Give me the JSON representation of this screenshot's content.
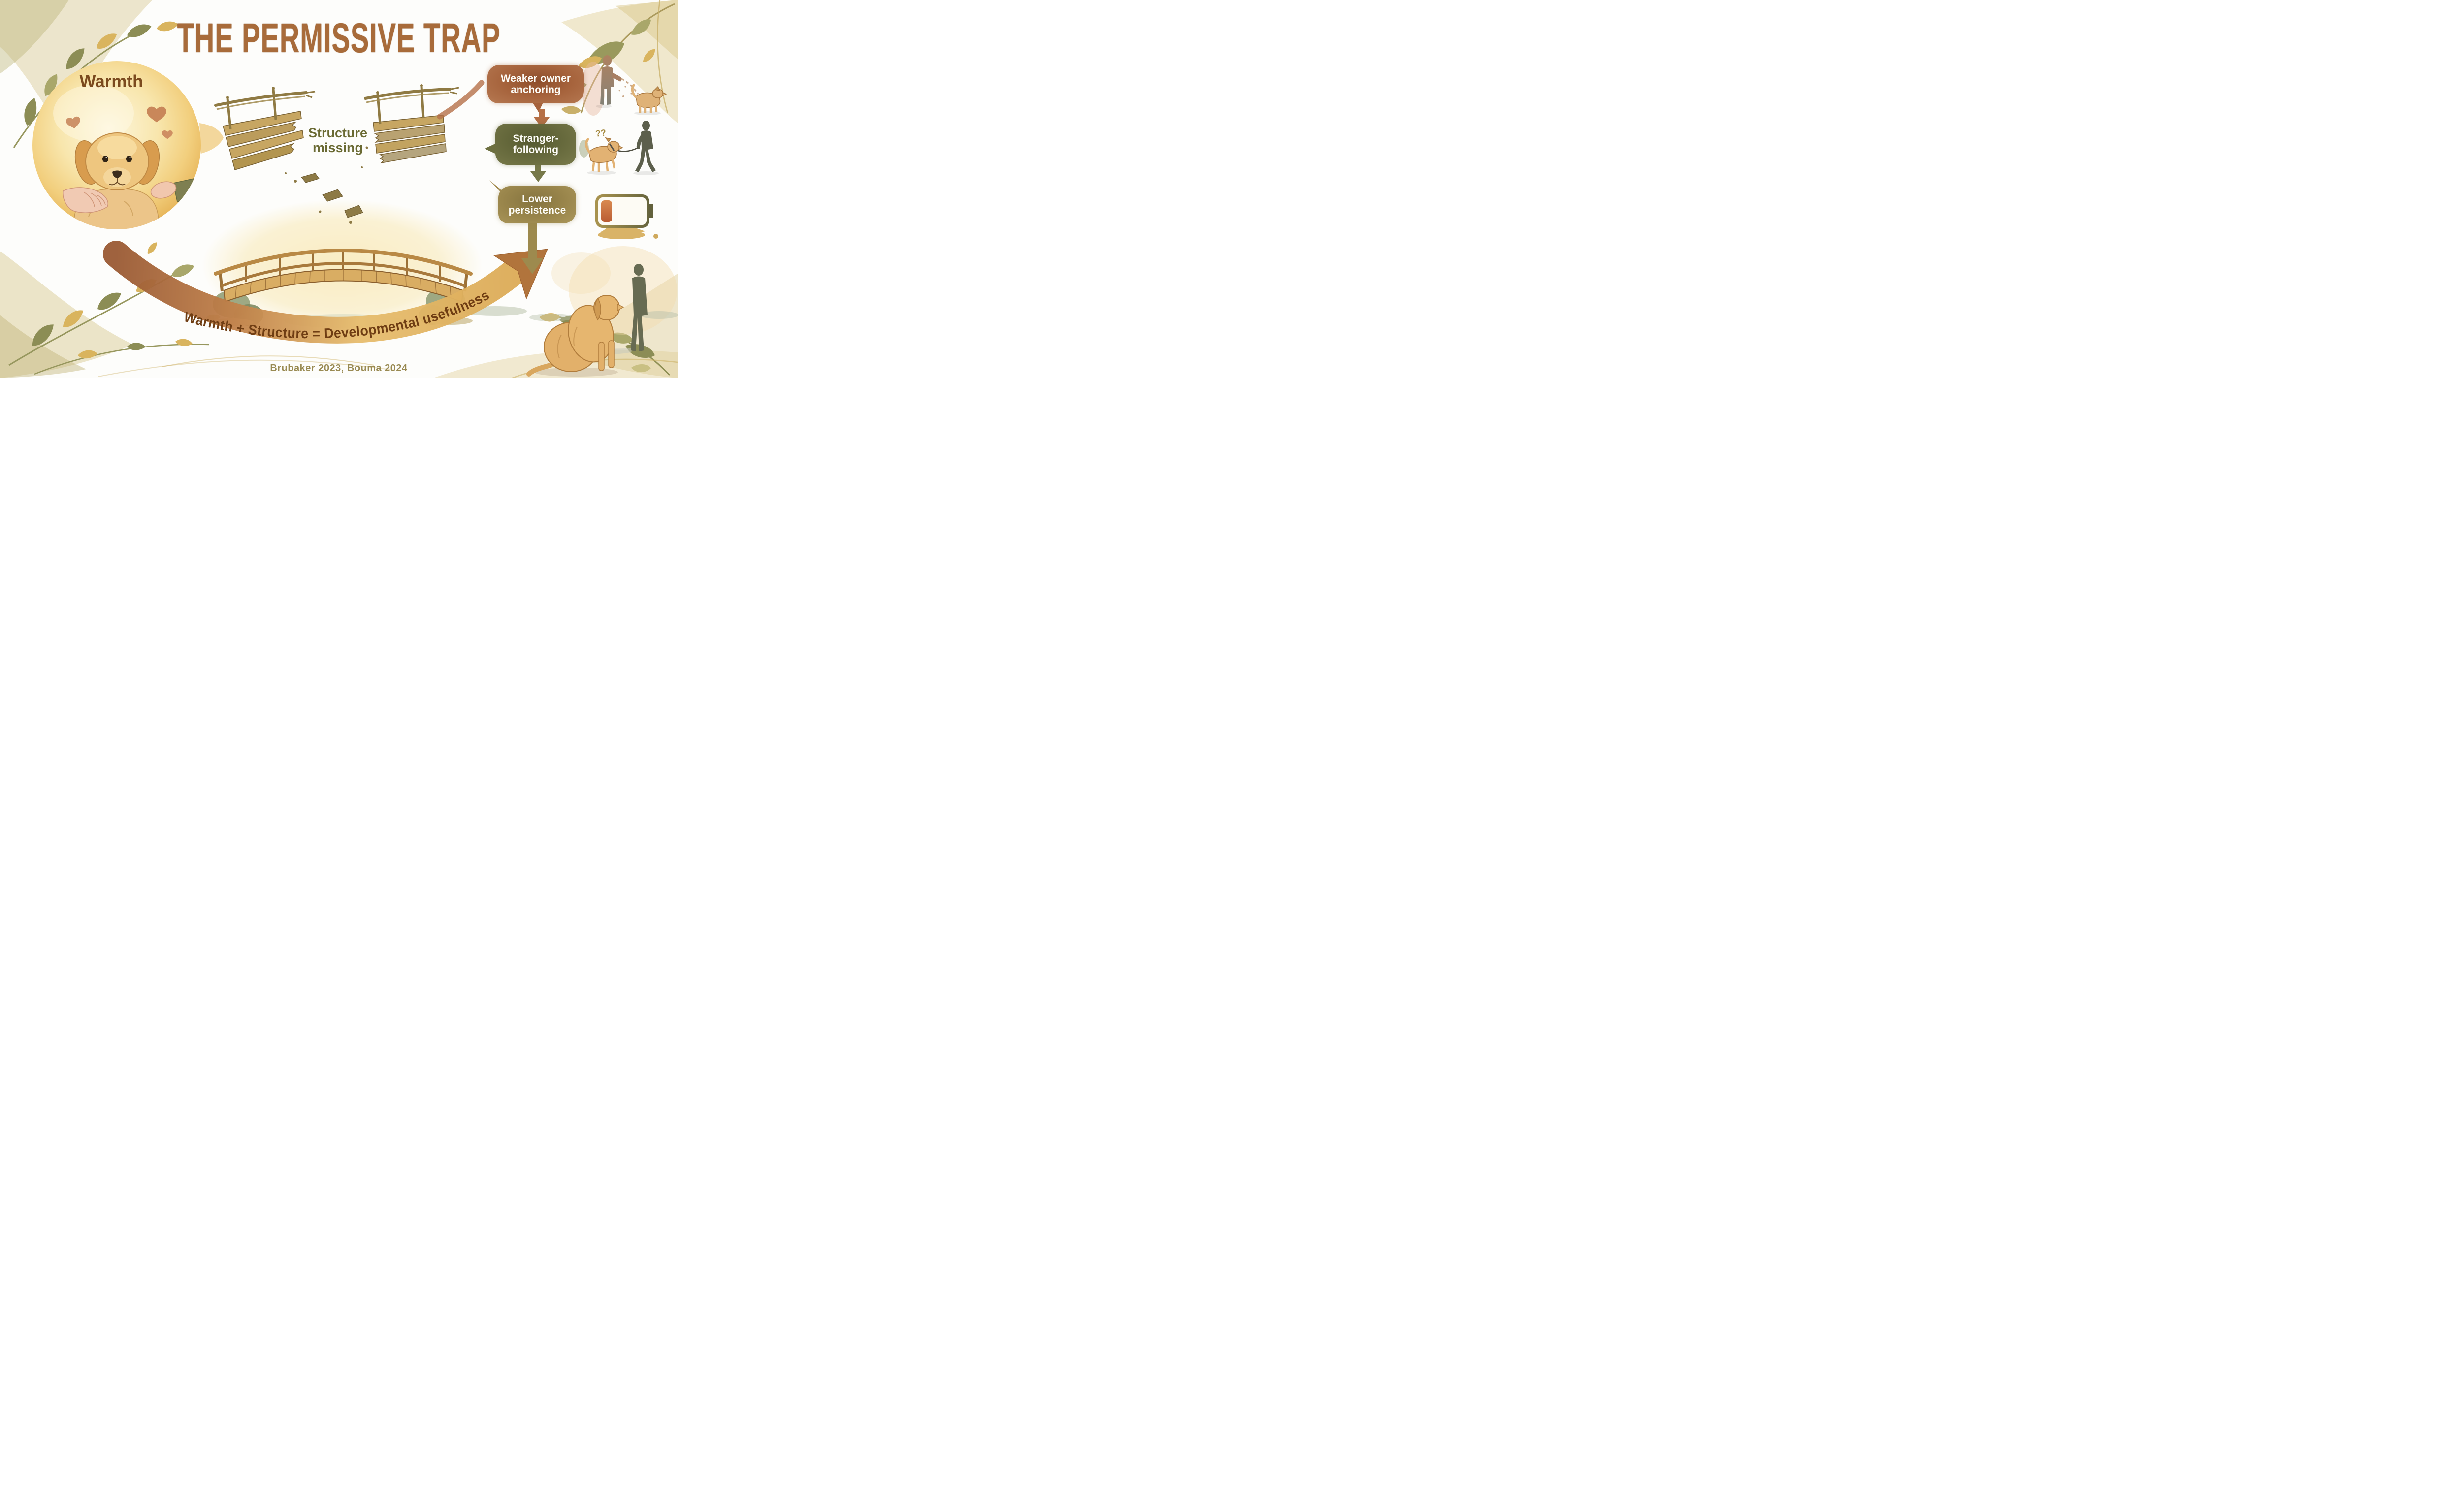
{
  "title": "THE PERMISSIVE TRAP",
  "warmth": {
    "label": "Warmth"
  },
  "structure": {
    "label": "Structure missing"
  },
  "callouts": [
    {
      "label": "Weaker owner anchoring",
      "color": "#a6633c",
      "icon": "owner-frayed-leash-dog-icon"
    },
    {
      "label": "Stranger-following",
      "color": "#6d7040",
      "icon": "dog-following-stranger-icon",
      "annotation": "??"
    },
    {
      "label": "Lower persistence",
      "color": "#a28a4e",
      "icon": "draining-battery-icon"
    }
  ],
  "banner": {
    "label": "Warmth + Structure = Developmental usefulness"
  },
  "footer": {
    "label": "Brubaker 2023, Bouma 2024"
  },
  "colors": {
    "title_text": "#a86b3a",
    "warmth_text": "#7b4a1e",
    "structure_text": "#6a6a33",
    "banner_text": "#6f3d13",
    "footer_text": "#998a52",
    "bubble_text": "#fdfcf7",
    "warm_circle": "#f2cf7e",
    "wood": "#c9a866",
    "arrow_rust": "#b5714a",
    "arrow_olive": "#8f8148",
    "leaf_olive": "#8c8d55",
    "leaf_gold": "#d9b45e"
  }
}
